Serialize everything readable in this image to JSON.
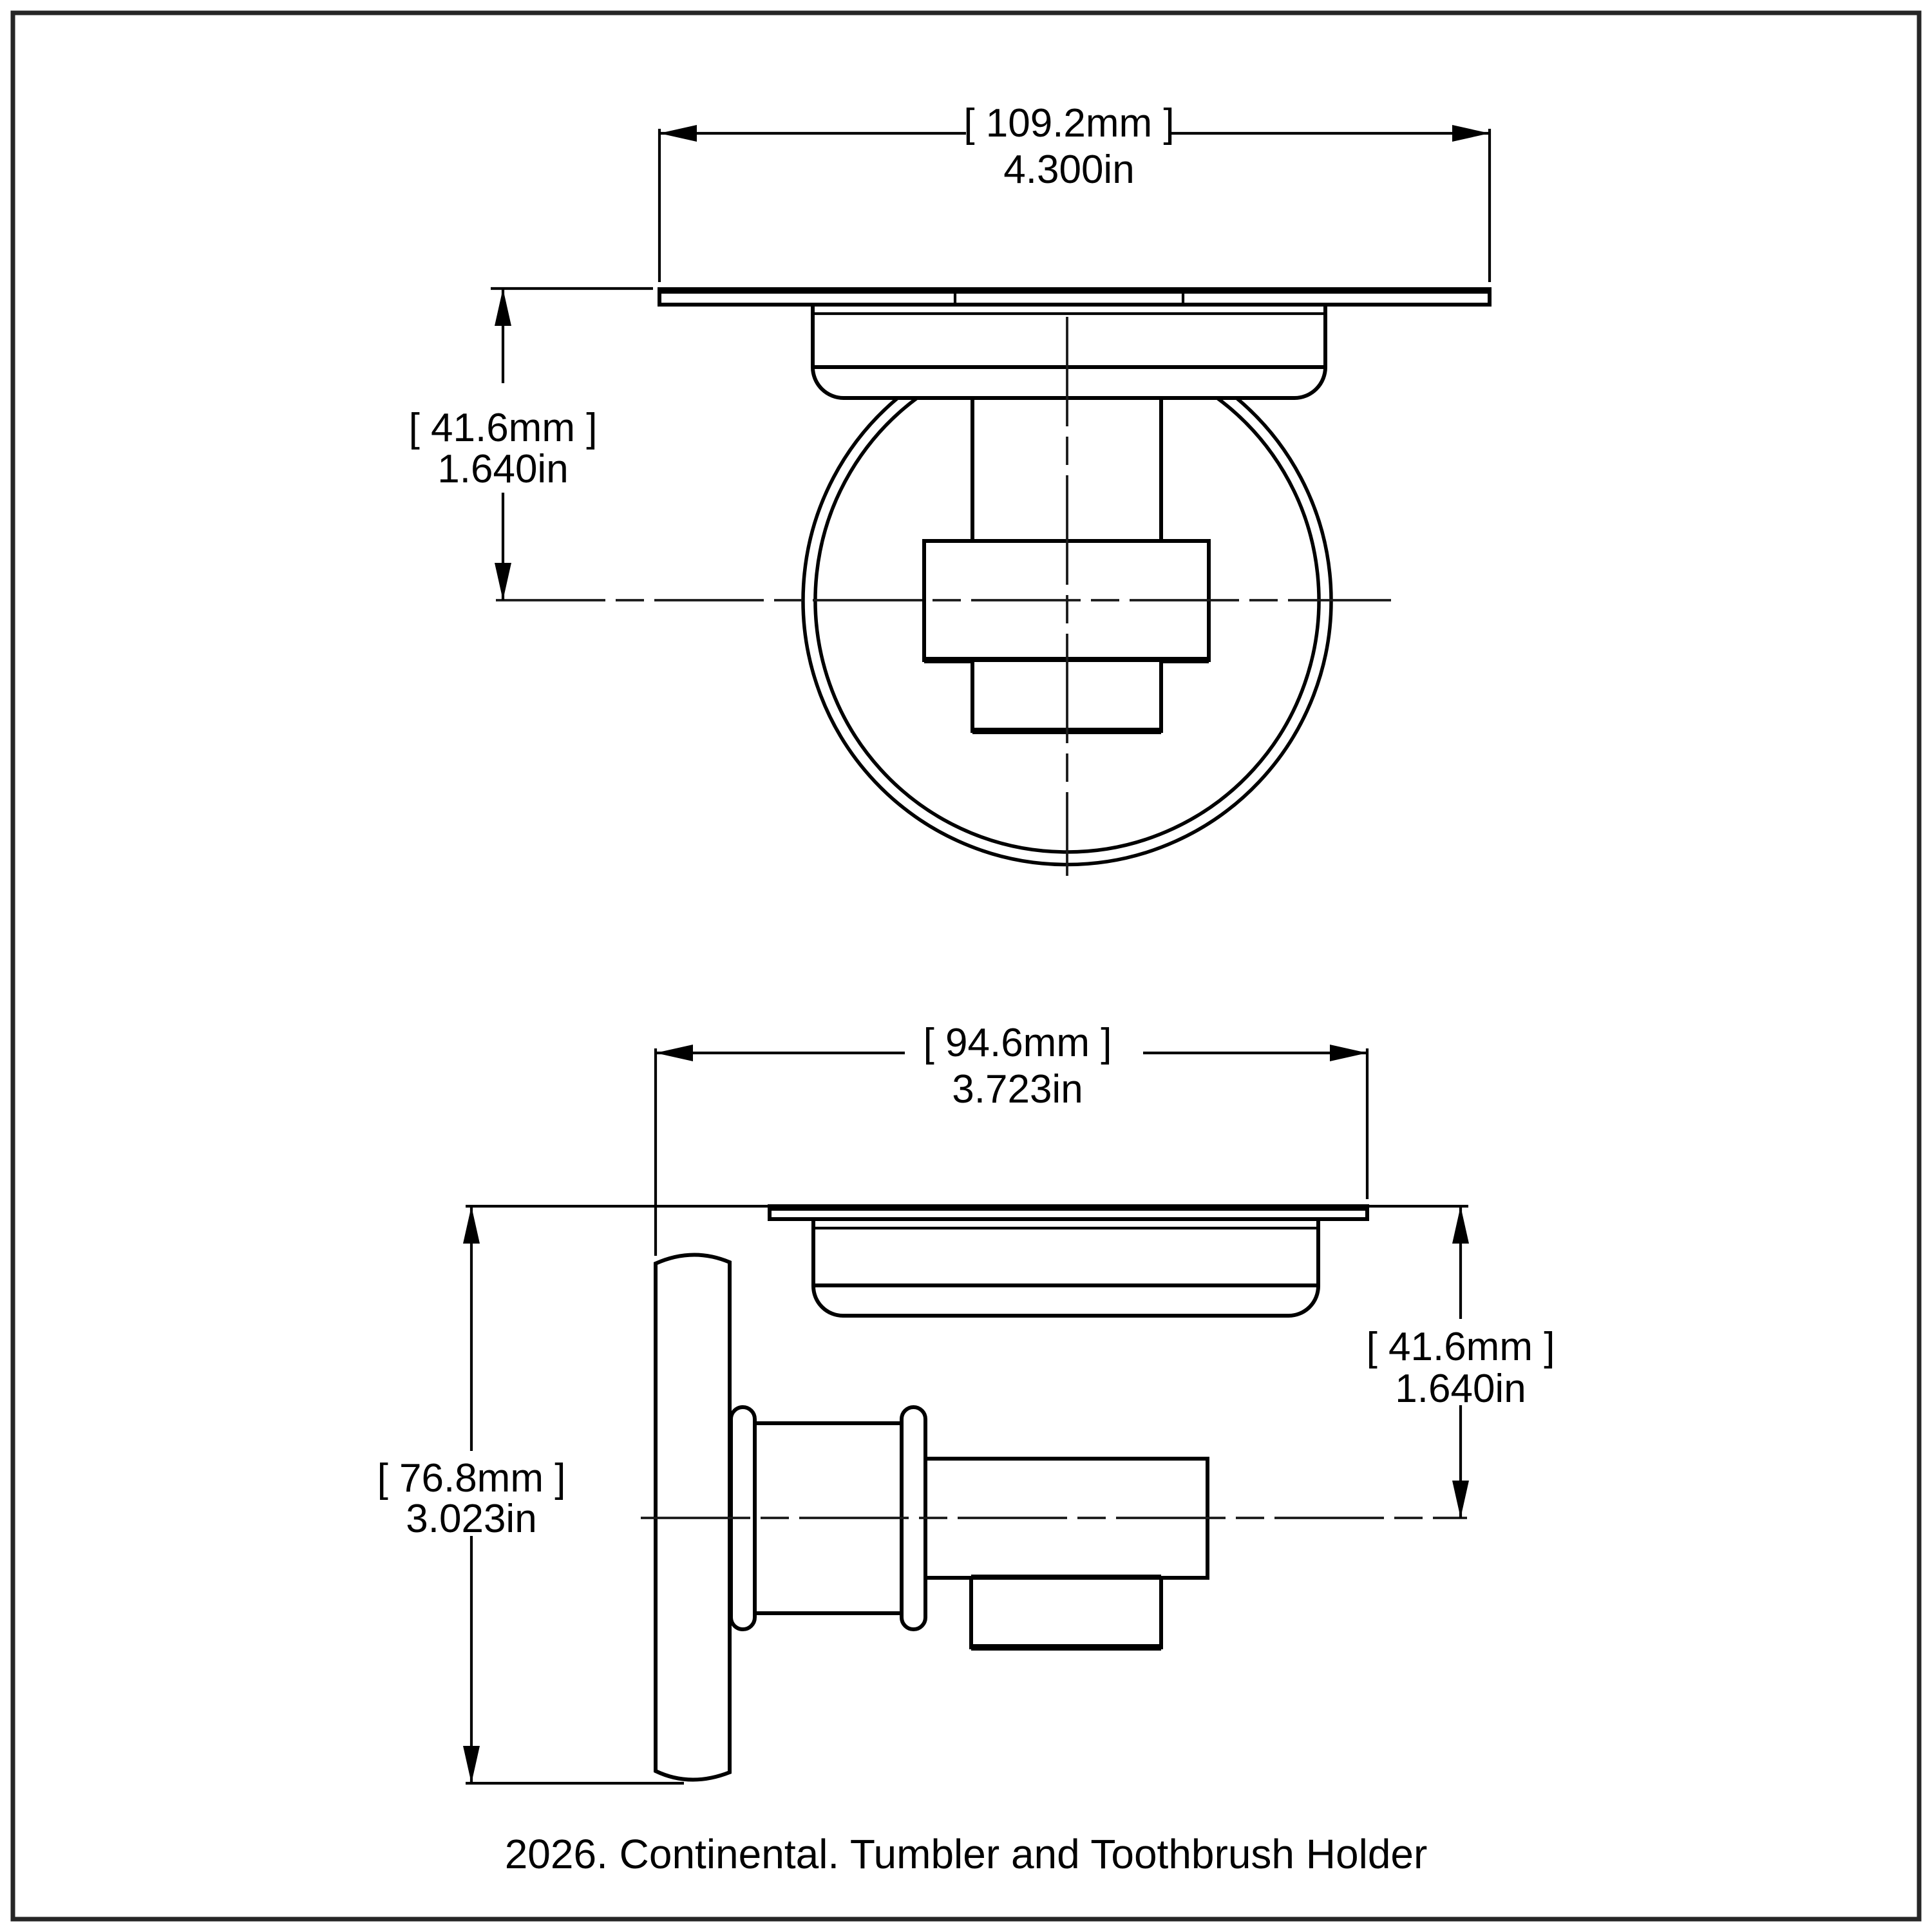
{
  "page": {
    "caption": "2026. Continental. Tumbler and Toothbrush Holder"
  },
  "colors": {
    "background": "#ffffff",
    "line": "#000000",
    "frame": "#262626"
  },
  "views": {
    "front": {
      "name": "front elevation of tumbler and toothbrush holder",
      "width_dim": {
        "mm": "[ 109.2mm ]",
        "in": "4.300in"
      },
      "height_dim": {
        "mm": "[ 41.6mm ]",
        "in": "1.640in"
      }
    },
    "side": {
      "name": "side elevation of tumbler and toothbrush holder",
      "width_dim": {
        "mm": "[ 94.6mm ]",
        "in": "3.723in"
      },
      "height_dim": {
        "mm": "[ 41.6mm ]",
        "in": "1.640in"
      },
      "overall_height_dim": {
        "mm": "[ 76.8mm ]",
        "in": "3.023in"
      }
    }
  }
}
